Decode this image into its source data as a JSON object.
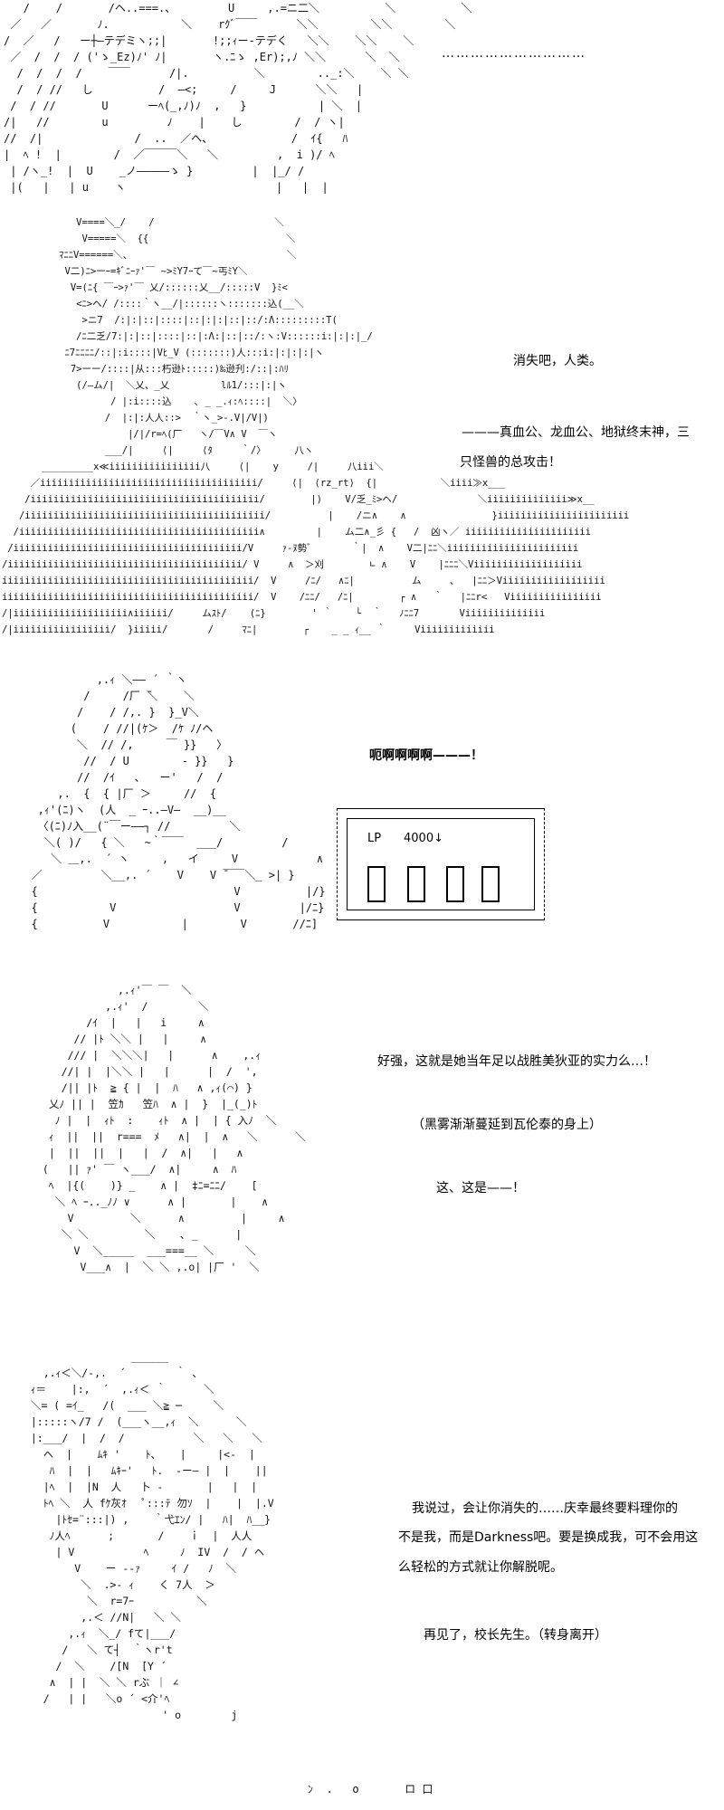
{
  "panel1": {
    "art": [
      "   /    /       /ヘ..===.、        U     ,.=ニ二＼          ＼          ＼",
      " ／   ／       ﾉ.           ＼    rｸﾞ￣￣      ＼＼        ＼＼        ＼",
      "/  ／   /   ー┼―テデミヽ;;|       !;;ｨー-テデく   ＼＼    ＼＼    ＼",
      " ／  /  /  / ('ゝ_Ez)ﾉ' ﾉ|       ヽ.ﾆゝ ,Er);,ﾉ ＼＼      ＼  ＼",
      "  /  /  /  /    ￣￣      /|.          ＼        .._:＼    ＼ ＼",
      "  /  / //   し          /  ―<;     /     J      ＼＼   |",
      " /  / //       U      ーﾍ(_,ﾉ)ﾉ  ,   }           | ＼  |",
      "/|   //        u         ﾉ    |    し        /  / ヽ|",
      "//  /|              /  ..  ／ヘ、            /  ｲ{   ﾊ",
      "|  ﾍ !  |        /  ／￣￣￣＼   ＼         ,  i )/ ﾍ",
      " | /ヽ_!  |  U    _ノ―――――ゝ }         |  |_/ /",
      " |(   |   | u    ヽ                       |   |  |"
    ],
    "caption": "…………………………"
  },
  "panel2": {
    "art": [
      "             V====＼_/    /                     ＼",
      "              V=====＼  {{                        ＼",
      "          ﾏﾆﾆV======＼、                           ＼",
      "           V二)ﾆ>ーｰ=ｷﾞﾆｰｧ'￣ ~>ﾐY7ｰて￣~丐ﾐY＼",
      "            V=(ﾆ{ ￣ｰ>ｧ'￣ 乂/::::::乂__/:::::V  }ﾐ<",
      "             <ﾆ>ヘ/ /::::｀ヽ__/|::::::ヽ:::::::込(__＼",
      "              >ニ7  /:|:|::|::::|::|:|:|::|::/:Λ:::::::::T(",
      "             /ﾆ二乏/7:|:|::|::::|::|:Λ:|::|::/:ヽ:V::::::i:|:|:|_/",
      "           ﾆ7ﾆﾆﾆﾆ/::|:i::::|Vﾋ_V (:::::::)人:::i:|:|:|:|ヽ",
      "            7>ーー/::::|从:::朽逊ﾄ:::::)‰逊刋:/::|:ﾊﾘ",
      "             (/―ム/|  ＼乂、_乂         lﾙ1/:::|:|ヽ",
      "                   / |:i::::込    ､ _ _.ｨ:ﾍ::::|  ＼〉",
      "                  /  |:|:人人::>  ｀ヽ_>-.V|/V|)",
      "                      |/|/r=ﾍ(厂   ヽ/￣V∧ V  ￣ヽ",
      "                  ___/|     ⟨|     ⟨ﾀ     ｀/〉     八ヽ",
      "       _________x≪iiiiiiiiiiiiiiii八     ⟨|    у     /|     八iii＼",
      "     ／iiiiiiiiiiiiiiiiiiiiiiiiiiiiiiiiiiiiii/     ⟨|  ⟨rz_rt⟩  {|           ＼iiii≫x___",
      "    /iiiiiiiiiiiiiiiiiiiiiiiiiiiiiiiiiiiiiiii/        |)    V/乏_ﾐ>ヘ/              ＼iiiiiiiiiiiiii≫x__",
      "   /iiiiiiiiiiiiiiiiiiiiiiiiiiiiiiiiiiiiiiiiii/          |    /ニ∧    ∧               }iiiiiiiiiiiiiiiiiiiiiii",
      "  /iiiiiiiiiiiiiiiiiiiiiiiiiiiiiiiiiiiiiiiiii∧         |    ム二∧_彡 {   /  凶ヽ／ iiiiiiiiiiiiiiiiiiiiii",
      " /iiiiiiiiiiiiiiiiiiiiiiiiiiiiiiiiiiiiiiii/V     ｧ-ﾇ勢ﾞ       ｀|  ∧    V二|ﾆﾆ＼iiiiiiiiiiiiiiiiiiiiiii",
      "/iiiiiiiiiiiiiiiiiiiiiiiiiiiiiiiiiiiiiiiii/ V     ∧  ＞刈        ∟ ∧    V    |ﾆﾆﾆ＼Viiiiiiiiiiiiiiiiiii",
      "iiiiiiiiiiiiiiiiiiiiiiiiiiiiiiiiiiiiiiiiiiii/  V     /ﾆ/   ∧ﾆ|          ム     ､   |ﾆﾆ＞Viiiiiiiiiiiiiiiiii",
      "iiiiiiiiiiiiiiiiiiiiiiiiiiiiiiiiiiiiiiiiiiii/  V    /ﾆﾆ/   /ﾆ|        ┌ ∧   ｀   |ﾆﾆr<   Viiiiiiiiiiiiiiii",
      "/|iiiiiiiiiiiiiiiiiiii∧iiiiii/     ムｽﾄ/    (ﾆ}        ' ｀    └  ｀   ﾉﾆﾆ7       Viiiiiiiiiiiiii",
      "/|iiiiiiiiiiiiiiiii/  }iiiii/       /     ﾏﾆ|        ┌    _ _ ｨ__ ｀     Viiiiiiiiiiiii"
    ],
    "line1": "消失吧，人类。",
    "line2": "———真血公、龙血公、地狱终末神，三",
    "line3": "只怪兽的总攻击！"
  },
  "panel3": {
    "art": [
      "            ,.ｨ ＼—— ´ ｀ヽ",
      "          /     /厂 ̄＼    ＼",
      "         /    / /,. }  }_V＼",
      "        (    / //|(ｹ＞  /ｹ ﾉ/ヘ",
      "         ＼  // /,     ￣ }}   〉",
      "          //  / U        ‐ }}   }",
      "         //  /ｲ   ､   ー'   /  /",
      "      ,.  {  { |厂 ＞     //  {",
      "   ,ｨ'(ﾆ)ヽ  (人  _ ｰ..―V―  __)__",
      "   〈(ﾆ)ﾉ入__(¨￣ー――┐ //         ＼",
      "    ＼( )/   { ＼   ~｀￣￣  ___/         /",
      "     ＼ ＿,.  ´ ヽ     ,   イ     V            ∧",
      "  ／         ＼__,. ´    V    V ̄￣￣＼_ >| }",
      "  {                              V          |/}",
      "  {           V                  V         |/ﾆ}",
      "  {          V           |        V       //ﾆ]"
    ],
    "scream": "呃啊啊啊啊———！",
    "lp": {
      "label": "LP",
      "value": "4000↓",
      "digits": 4
    }
  },
  "panel4": {
    "art": [
      "             ,.ｨ'￣ ￣  ＼",
      "           ,.ｨ'  /        ＼",
      "        /ｲ  |   |   i     ∧",
      "      // |ﾄ ＼＼ |   |     ∧",
      "     /// |  ＼＼＼|   |      ∧    ,.ｨ",
      "    //| |  |＼＼ |   |      |  /  ',",
      "    /|| |ﾄ  ≧ { |  |  ﾊ   ∧ ,ｨ(⌒) }",
      "  乂ﾉ || |  笠ｶ   笠ﾊ  ∧ |  }  |_(_)ﾄ",
      "   ﾉ |  |  ｨﾄ  :    ｨﾄ  ∧ |  | { 入ﾉ  ＼",
      "  ｨ  ||  ||  r===  ﾒ   ∧|  |  ∧   ＼      ＼",
      "  |  ||  ||  |   |  /  ∧|   |   ∧",
      " (   || ｧ' ￣ ヽ___/  ∧|     ∧  ﾊ",
      "  ﾍ  |{(    )} _    ∧ |  ‡ﾆ=ﾆﾆ/    [",
      "   ＼ ﾍ ｰ.._ﾉﾉ ∨      ∧ |       |    ∧",
      "     V         ＼      ∧         |     ∧",
      "    ＼ ＼         ＼    ､ _      |",
      "      V  ＼_____  ___===__ ＼     ＼",
      "       V___∧  |  ＼ ＼ ,.o| |厂 '  ＼"
    ],
    "line1": "好强，这就是她当年足以战胜美狄亚的实力么…！",
    "line2": "（黑雾渐渐蔓延到瓦伦泰的身上）",
    "line3": "这、这是——！"
  },
  "panel5": {
    "art": [
      "                  ______",
      "    ,.ｨ＜＼/-,.  ´        ｀ ､",
      "  ｨ＝    |:,  ´  ,.ｨ＜ ｀      ＼",
      "  ＼= ( =ｲ_   /(  ___ ＼≧ ─     ＼",
      "  |:::::ヽ/7 /  (___ヽ__,ｨ  ＼      ＼",
      "  |:___/  |  /  /           ＼   ＼   ＼",
      "    ヘ  |    ﾑｷ '    ﾄ、   |     |<-  |",
      "     ﾊ  |  |   ﾑｷｰ'   ﾄ.  ‐ー― |  |    ||",
      "    |ﾍ  |  |N  人   卜 ‐       |   |  |",
      "    ﾄﾍ ＼  人 fｹ灰ｵ   ﾟ:::ﾃ 勿ｿ  |    |  |.V",
      "      |ﾄｾ=¨:::|) ,    ｀弋ｴﾝ/ |   ﾊ|  ﾊ__}",
      "     ﾉ人ﾍ      ;       /    ｉ  |  人人",
      "      | V           ﾍ     ﾉ  IV  /  / ヘ",
      "         V    ー --ｧ     ｲ /   ﾉ  ＼",
      "          ＼  .>- ｨ    く 7人  ＞",
      "           ＼  r=7ｰ          ＼",
      "          ,.＜ //N|   ＼ ＼",
      "        ,.ｨ  ＼_/ fて|___/",
      "       /   ＼ て┤  ｀ヽr't",
      "      /  ＼    /[N  [Y ´",
      "     ∧  | |  ＼ ＼ rぶ ｜ ∠",
      "    /   | |   ＼o ´ <介'ﾍ",
      "                       ' o        j"
    ],
    "line1": "我说过，会让你消失的……庆幸最终要料理你的",
    "line2": "不是我，而是Darkness吧。要是换成我，可不会用这",
    "line3": "么轻松的方式就让你解脱呢。",
    "line4": "再见了，校长先生。（转身离开）",
    "tail": "ﾝ  .   o       ロ 口"
  }
}
